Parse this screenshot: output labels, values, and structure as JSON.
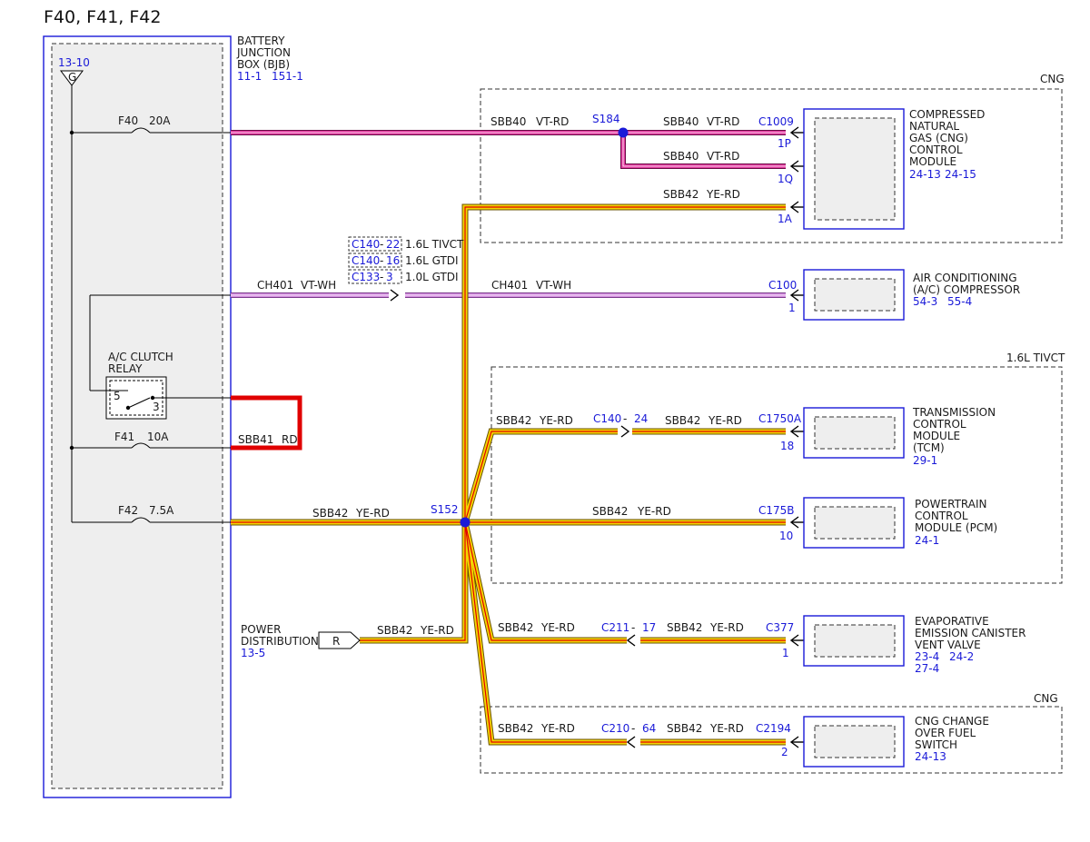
{
  "page_title": "F40, F41, F42",
  "bjb": {
    "ref": "13-10",
    "ground_glyph": "G",
    "name_lines": [
      "BATTERY",
      "JUNCTION",
      "BOX (BJB)"
    ],
    "pages": [
      "11-1",
      "151-1"
    ],
    "fuses": [
      {
        "name": "F40",
        "rating": "20A"
      },
      {
        "name": "F41",
        "rating": "10A"
      },
      {
        "name": "F42",
        "rating": "7.5A"
      }
    ],
    "relay_lines": [
      "A/C CLUTCH",
      "RELAY"
    ],
    "relay_pins": [
      "5",
      "3"
    ]
  },
  "wire_colors": {
    "vt_rd_core": "#e23ca0",
    "vt_wh_core": "#d58fe0",
    "ye_rd_core": "#f4d400",
    "stripe_red": "#e00000",
    "rd": "#e00000",
    "border": "#1a1ad8"
  },
  "wires": {
    "sbb40_ckt": "SBB40",
    "sbb40_color": "VT-RD",
    "sbb41_ckt": "SBB41",
    "sbb41_color": "RD",
    "sbb42_ckt": "SBB42",
    "sbb42_color": "YE-RD",
    "ch401_ckt": "CH401",
    "ch401_color": "VT-WH"
  },
  "splices": {
    "s184": "S184",
    "s152": "S152"
  },
  "inline_connectors": [
    {
      "conn": "C140",
      "pin": "22",
      "note": "1.6L TIVCT"
    },
    {
      "conn": "C140",
      "pin": "16",
      "note": "1.6L GTDI"
    },
    {
      "conn": "C133",
      "pin": "3",
      "note": "1.0L GTDI"
    }
  ],
  "groups": {
    "cng_top": "CNG",
    "tivct": "1.6L TIVCT",
    "cng_bottom": "CNG"
  },
  "modules": {
    "cng": {
      "lines": [
        "COMPRESSED",
        "NATURAL",
        "GAS (CNG)",
        "CONTROL",
        "MODULE"
      ],
      "pages": [
        "24-13",
        "24-15"
      ],
      "connector": "C1009",
      "pins": [
        "1P",
        "1Q",
        "1A"
      ]
    },
    "ac": {
      "lines": [
        "AIR CONDITIONING",
        "(A/C) COMPRESSOR"
      ],
      "pages": [
        "54-3",
        "55-4"
      ],
      "connector": "C100",
      "pin": "1"
    },
    "tcm": {
      "lines": [
        "TRANSMISSION",
        "CONTROL",
        "MODULE",
        "(TCM)"
      ],
      "pages": [
        "29-1"
      ],
      "connector": "C1750A",
      "pin": "18",
      "inline_conn": "C140",
      "inline_pin": "24"
    },
    "pcm": {
      "lines": [
        "POWERTRAIN",
        "CONTROL",
        "MODULE (PCM)"
      ],
      "pages": [
        "24-1"
      ],
      "connector": "C175B",
      "pin": "10"
    },
    "evap": {
      "lines": [
        "EVAPORATIVE",
        "EMISSION CANISTER",
        "VENT VALVE"
      ],
      "pages": [
        "23-4",
        "24-2",
        "27-4"
      ],
      "connector": "C377",
      "pin": "1",
      "inline_conn": "C211",
      "inline_pin": "17"
    },
    "cngsw": {
      "lines": [
        "CNG CHANGE",
        "OVER FUEL",
        "SWITCH"
      ],
      "pages": [
        "24-13"
      ],
      "connector": "C2194",
      "pin": "2",
      "inline_conn": "C210",
      "inline_pin": "64"
    }
  },
  "power_dist": {
    "lines": [
      "POWER",
      "DISTRIBUTION"
    ],
    "page": "13-5",
    "glyph": "R"
  },
  "dash": "-"
}
